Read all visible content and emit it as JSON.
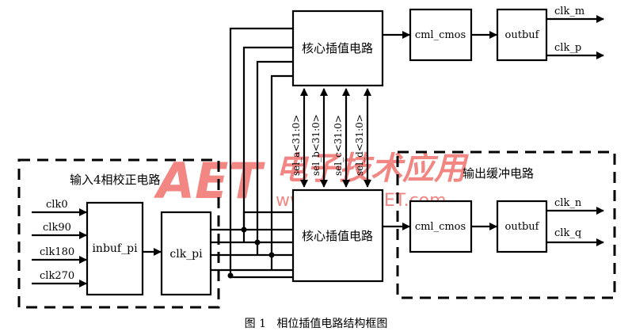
{
  "watermark": {
    "logo": "AET",
    "brand_cn": "电子技术应用",
    "site": "www.ChinaAET.com",
    "color": "#e8251f"
  },
  "groups": {
    "input_correction": "输入4相校正电路",
    "output_buffer": "输出缓冲电路"
  },
  "blocks": {
    "core_top": "核心插值电路",
    "core_bottom": "核心插值电路",
    "cml_top": "cml_cmos",
    "cml_bottom": "cml_cmos",
    "outbuf_top": "outbuf",
    "outbuf_bottom": "outbuf",
    "inbuf": "inbuf_pi",
    "clkpi": "clk_pi"
  },
  "inputs": [
    "clk0",
    "clk90",
    "clk180",
    "clk270"
  ],
  "outputs": {
    "top_a": "clk_m",
    "top_b": "clk_p",
    "bottom_a": "clk_n",
    "bottom_b": "clk_q"
  },
  "sel_buses": [
    "sel_a<31:0>",
    "sel_b<31:0>",
    "sel_c<31:0>",
    "sel_d<31:0>"
  ],
  "caption": "图 1   相位插值电路结构框图"
}
